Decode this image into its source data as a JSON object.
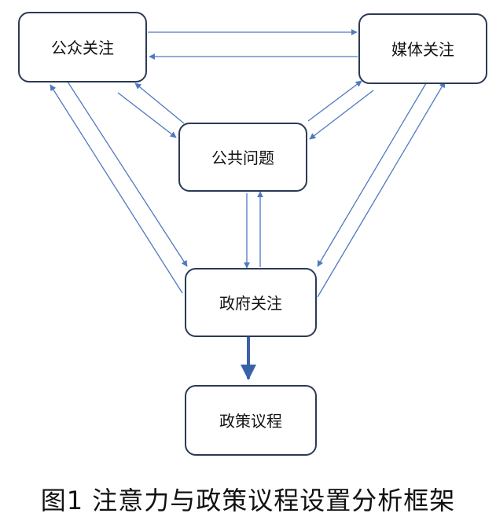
{
  "nodes": {
    "public_attention": "公众关注",
    "media_attention": "媒体关注",
    "public_issue": "公共问题",
    "government_attention": "政府关注",
    "policy_agenda": "政策议程"
  },
  "caption": "图1  注意力与政策议程设置分析框架",
  "colors": {
    "arrow": "#4f79c2",
    "box_border": "#2b3a55"
  }
}
